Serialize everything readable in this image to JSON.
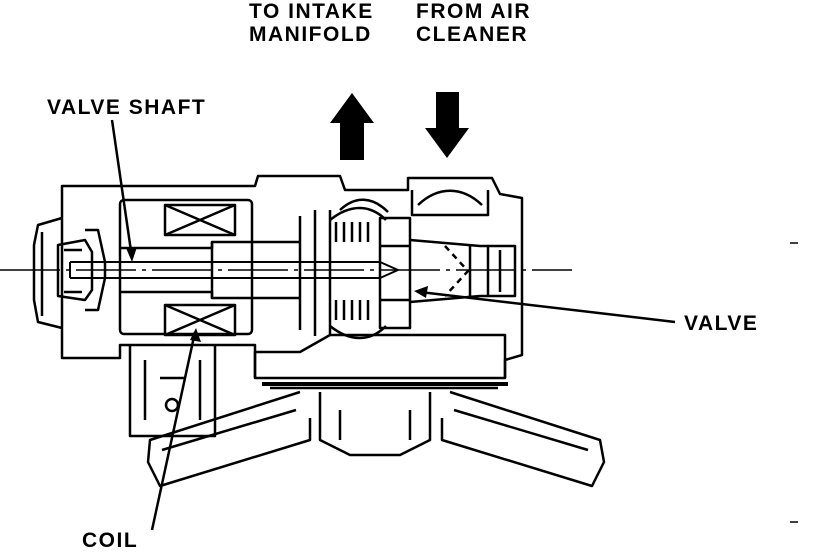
{
  "labels": {
    "to_intake_line1": "TO INTAKE",
    "to_intake_line2": "MANIFOLD",
    "from_air_line1": "FROM AIR",
    "from_air_line2": "CLEANER",
    "valve_shaft": "VALVE SHAFT",
    "valve": "VALVE",
    "coil": "COIL"
  },
  "colors": {
    "ink": "#000000",
    "paper": "#ffffff"
  },
  "icons": {
    "outflow_arrow": "arrow-up",
    "inflow_arrow": "arrow-down"
  }
}
